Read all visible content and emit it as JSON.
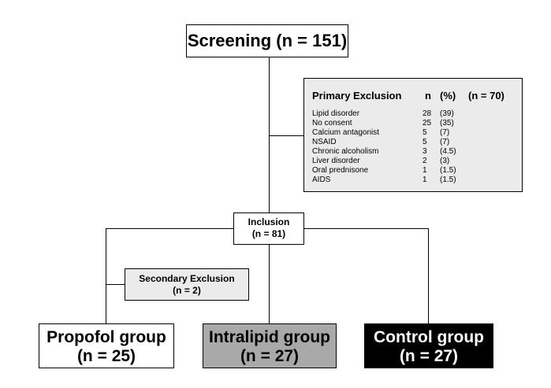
{
  "screening": {
    "label": "Screening (n = 151)"
  },
  "primary_exclusion": {
    "title": "Primary Exclusion",
    "col_n": "n",
    "col_pct": "(%)",
    "total": "(n = 70)",
    "rows": [
      {
        "reason": "Lipid disorder",
        "n": "28",
        "pct": "(39)"
      },
      {
        "reason": "No consent",
        "n": "25",
        "pct": "(35)"
      },
      {
        "reason": "Calcium antagonist",
        "n": "5",
        "pct": "(7)"
      },
      {
        "reason": "NSAID",
        "n": "5",
        "pct": "(7)"
      },
      {
        "reason": "Chronic alcoholism",
        "n": "3",
        "pct": "(4.5)"
      },
      {
        "reason": "Liver disorder",
        "n": "2",
        "pct": "(3)"
      },
      {
        "reason": "Oral prednisone",
        "n": "1",
        "pct": "(1.5)"
      },
      {
        "reason": "AIDS",
        "n": "1",
        "pct": "(1.5)"
      }
    ]
  },
  "inclusion": {
    "title": "Inclusion",
    "count": "(n = 81)"
  },
  "secondary_exclusion": {
    "title": "Secondary Exclusion",
    "count": "(n = 2)"
  },
  "groups": {
    "propofol": {
      "name": "Propofol group",
      "count": "(n = 25)"
    },
    "intralipid": {
      "name": "Intralipid group",
      "count": "(n = 27)"
    },
    "control": {
      "name": "Control group",
      "count": "(n = 27)"
    }
  },
  "colors": {
    "exclusion_fill": "#ebebeb",
    "intralipid_fill": "#a9a9a9",
    "control_fill": "#000000",
    "control_text": "#ffffff"
  }
}
